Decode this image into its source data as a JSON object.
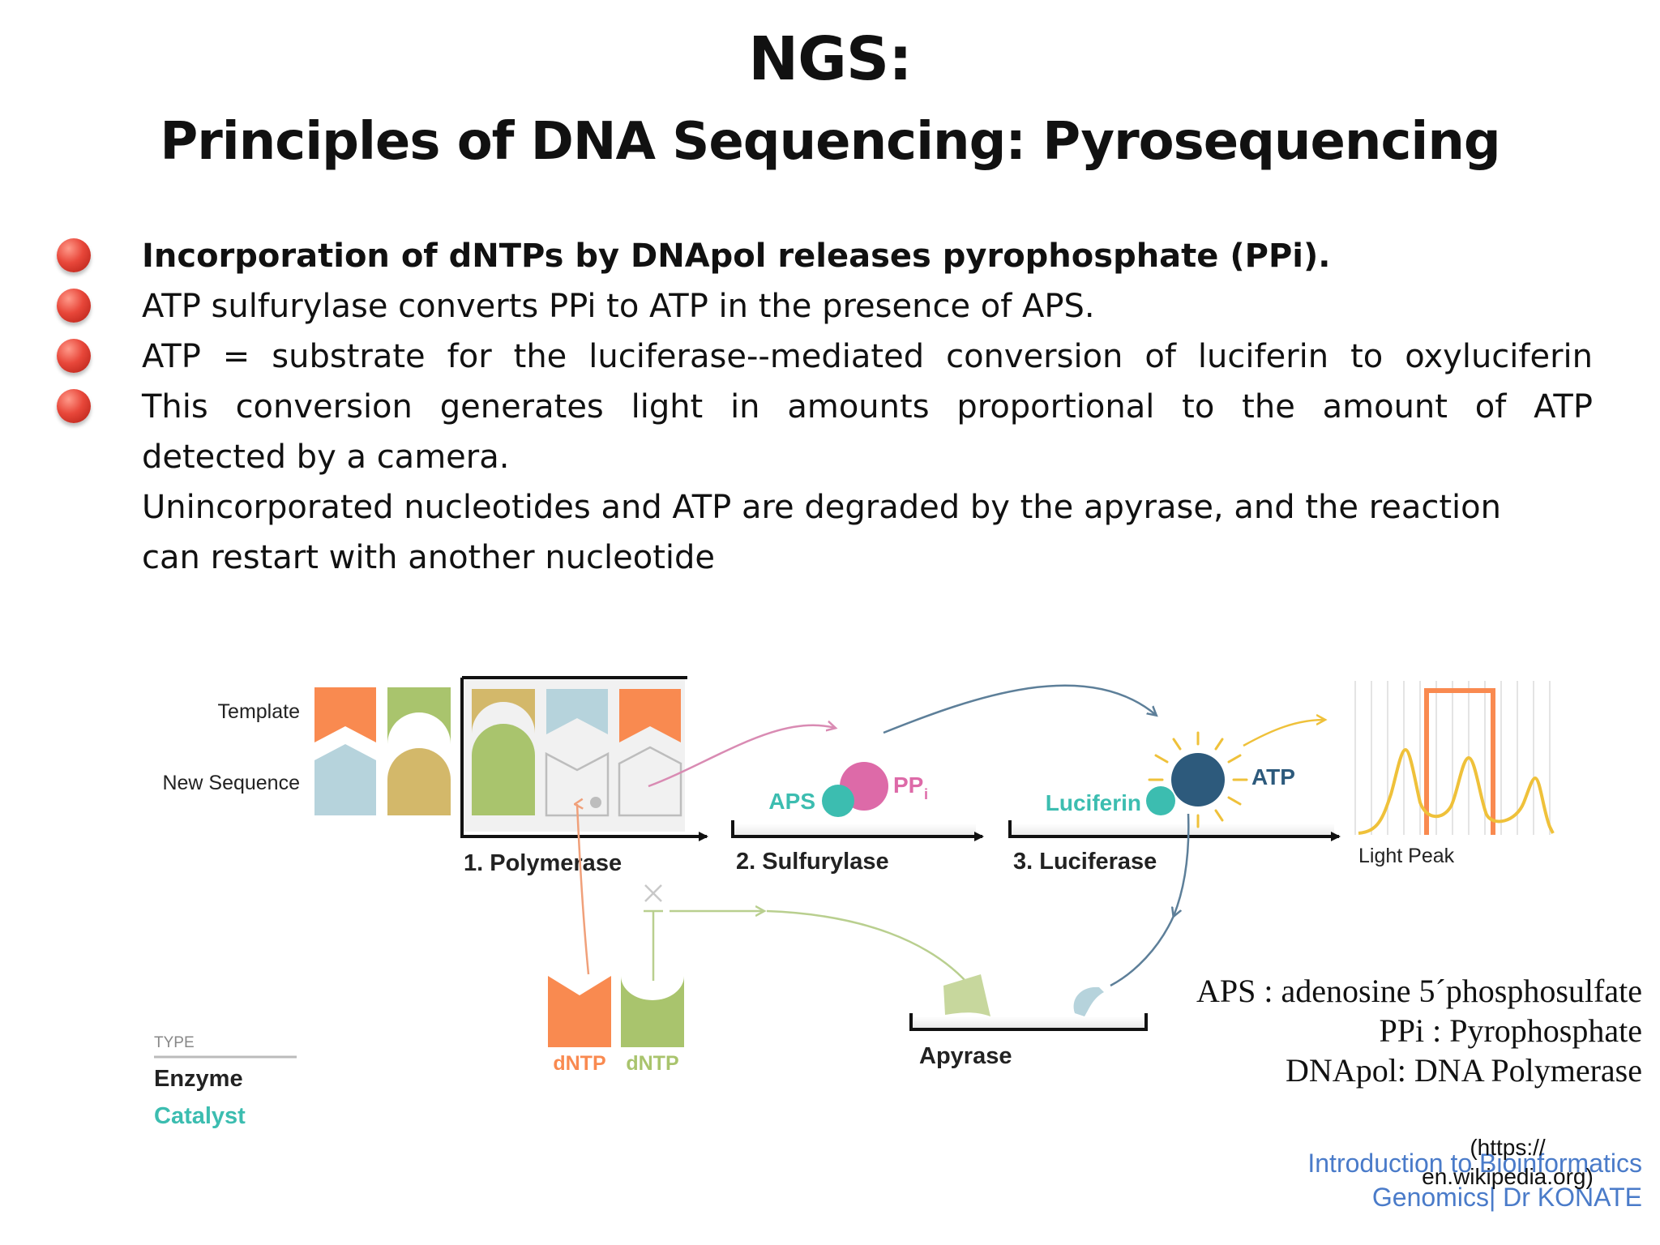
{
  "title": {
    "line1": "NGS:",
    "line2": "Principles of DNA Sequencing: Pyrosequencing"
  },
  "bullets": [
    "Incorporation of dNTPs by DNApol releases pyrophosphate (PPi).",
    "ATP sulfurylase converts PPi to ATP in the presence of APS.",
    "ATP = substrate for the luciferase--mediated conversion of luciferin to oxyluciferin",
    "This conversion generates light in amounts proportional to the amount of ATP"
  ],
  "continuation": [
    "detected by a camera.",
    "Unincorporated nucleotides and ATP are degraded by the apyrase, and the reaction",
    "can restart with another nucleotide"
  ],
  "diagram": {
    "template_label": "Template",
    "new_sequence_label": "New Sequence",
    "step1": "1. Polymerase",
    "step2": "2. Sulfurylase",
    "step3": "3. Luciferase",
    "aps": "APS",
    "ppi": "PP",
    "ppi_sub": "i",
    "luciferin": "Luciferin",
    "atp": "ATP",
    "light_peak": "Light Peak",
    "dntp1": "dNTP",
    "dntp2": "dNTP",
    "apyrase": "Apyrase",
    "type_label": "TYPE",
    "enzyme": "Enzyme",
    "catalyst": "Catalyst"
  },
  "abbreviations": [
    "APS : adenosine 5´phosphosulfate",
    "PPi : Pyrophosphate",
    "DNApol: DNA Polymerase"
  ],
  "citation": {
    "line1": "(https://",
    "line2": "en.wikipedia.org)"
  },
  "footer": {
    "line1": "Introduction to Bioinformatics",
    "line2": "Genomics| Dr KONATE"
  },
  "colors": {
    "orange": "#f98a50",
    "green": "#a9c46d",
    "tan": "#d3b86a",
    "blue": "#b6d3dc",
    "teal": "#3cbdb0",
    "pink": "#dd6aa8",
    "navy": "#2d5a7c",
    "yellow": "#efc13a",
    "footer_blue": "#4a7bc9"
  }
}
